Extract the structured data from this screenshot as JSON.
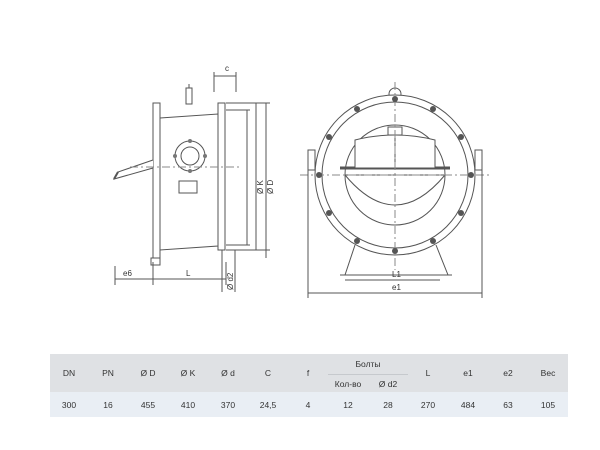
{
  "drawing": {
    "side_labels": {
      "c": "c",
      "k": "Ø K",
      "d": "Ø D",
      "e6": "e6",
      "l": "L",
      "d2": "Ø d2"
    },
    "front_labels": {
      "l1": "L1",
      "e1": "e1"
    }
  },
  "table": {
    "headers": {
      "dn": "DN",
      "pn": "PN",
      "d_outer": "Ø D",
      "k": "Ø K",
      "d": "Ø d",
      "c": "C",
      "f": "f",
      "bolts": "Болты",
      "bolt_qty": "Кол-во",
      "bolt_d2": "Ø d2",
      "l": "L",
      "e1": "e1",
      "e2": "e2",
      "weight": "Вес"
    },
    "row": {
      "dn": "300",
      "pn": "16",
      "d_outer": "455",
      "k": "410",
      "d": "370",
      "c": "24,5",
      "f": "4",
      "bolt_qty": "12",
      "bolt_d2": "28",
      "l": "270",
      "e1": "484",
      "e2": "63",
      "weight": "105"
    }
  }
}
